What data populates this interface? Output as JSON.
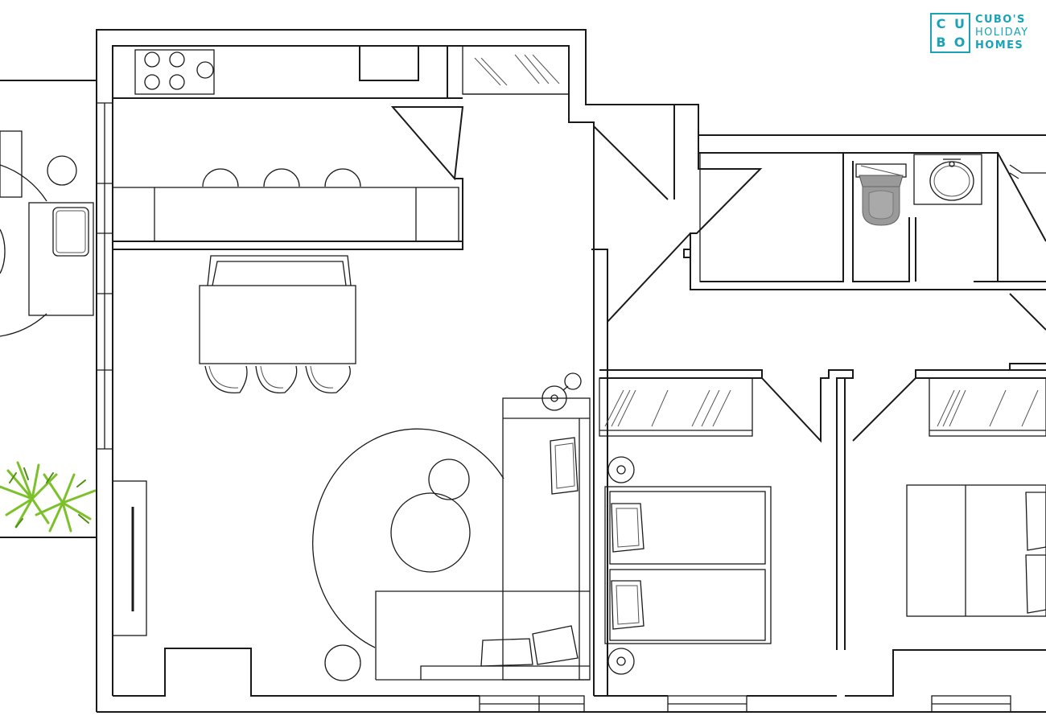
{
  "logo": {
    "mark_letters": [
      "C",
      "U",
      "B",
      "O"
    ],
    "line1": "CUBO'S",
    "line2": "HOLIDAY",
    "line3": "HOMES"
  },
  "colors": {
    "line": "#1a1a1a",
    "brand": "#1aa3b6",
    "plant": "#7dc12a",
    "toilet": "#9a9a9a"
  },
  "icons": [
    "stove-icon",
    "sink-icon",
    "toilet-icon",
    "plant-icon",
    "bed-icon",
    "pillow-icon",
    "chair-icon",
    "sofa-icon",
    "lamp-icon"
  ]
}
